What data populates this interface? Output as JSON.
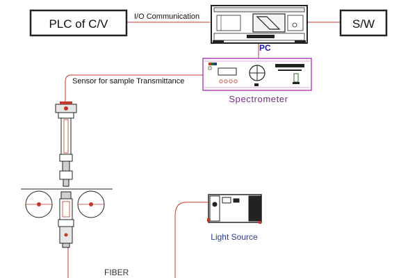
{
  "labels": {
    "plc": "PLC of C/V",
    "io_comm": "I/O Communication",
    "sw": "S/W",
    "pc": "PC",
    "sensor": "Sensor for sample Transmittance",
    "spectrometer": "Spectrometer",
    "light_source": "Light Source",
    "fiber": "FIBER"
  },
  "colors": {
    "fiber_line": "#c0392b",
    "spectrometer_outline": "#b04ab8",
    "box_outline": "#222222",
    "pc_label": "#1a1aa8"
  },
  "icons": [
    "pc-unit-icon",
    "spectrometer-icon",
    "sensor-assembly-icon",
    "roller-icon",
    "light-source-icon"
  ]
}
